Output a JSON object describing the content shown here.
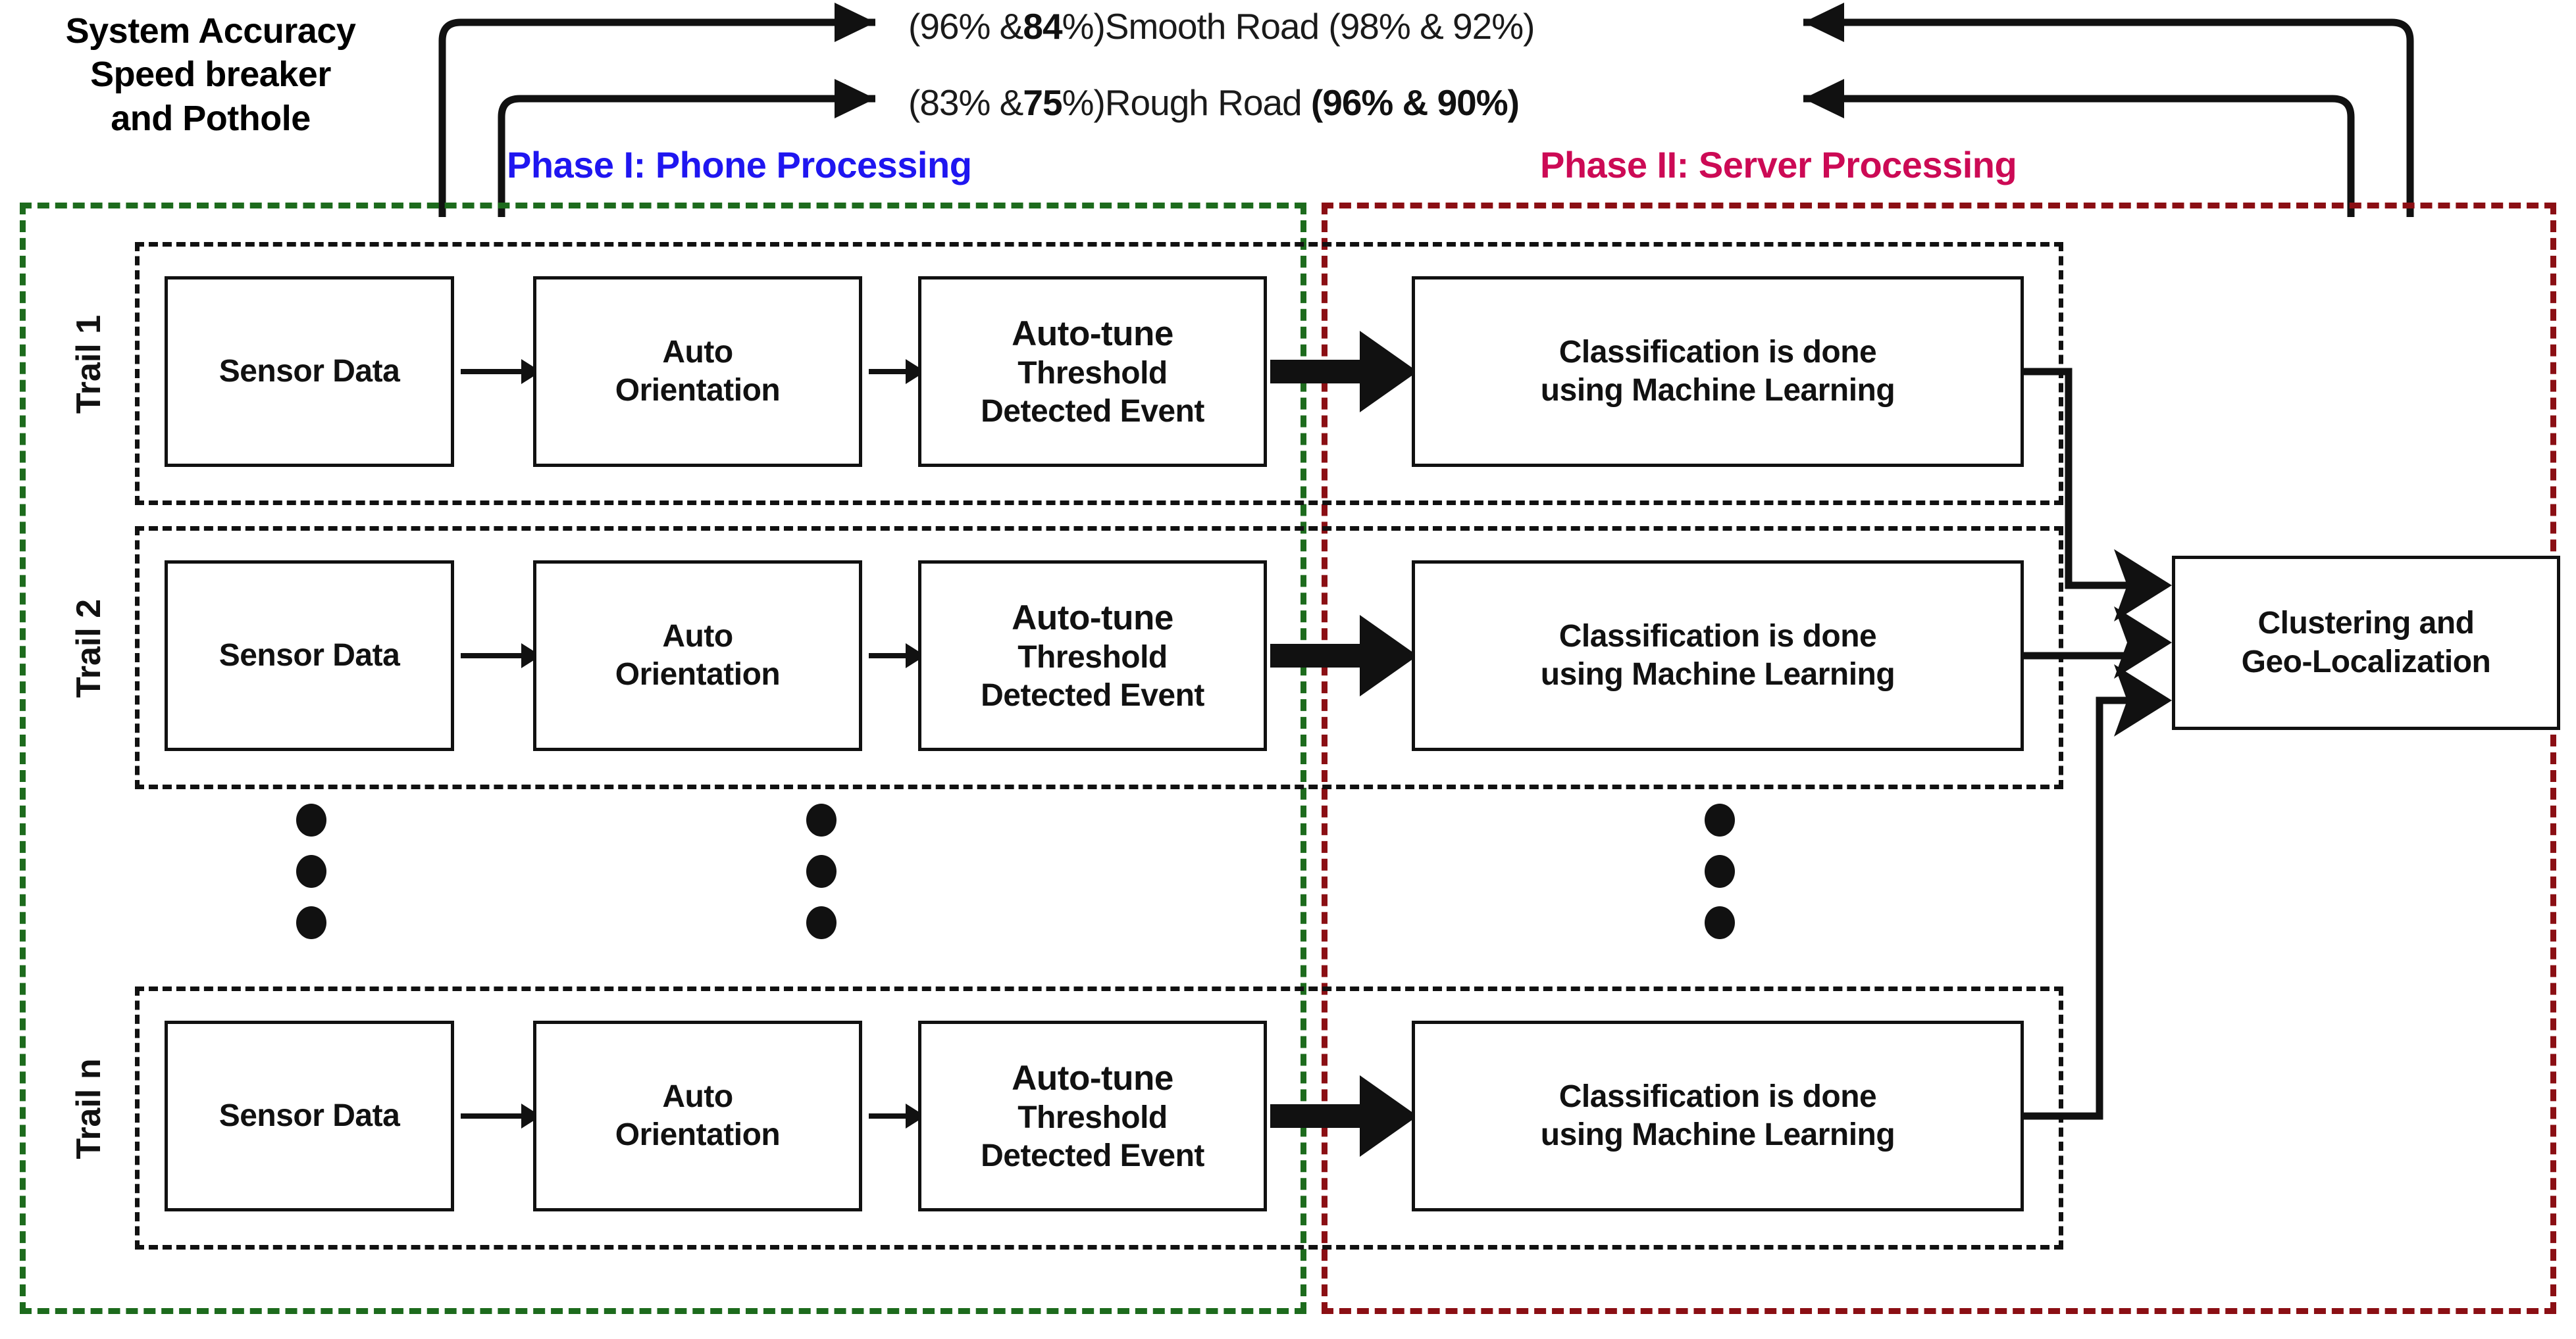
{
  "meta": {
    "diagram_title": "Two-phase road anomaly detection pipeline"
  },
  "system_accuracy": {
    "line1": "System Accuracy",
    "line2": "Speed breaker",
    "line3": "and Pothole"
  },
  "accuracy_annotations": [
    {
      "left_values": "(96% & 84%)",
      "label": "Smooth Road",
      "right_values": "(98% & 92%)",
      "left_prefix": "(96% & ",
      "left_highlight": "84",
      "left_suffix": "%)",
      "right_prefix": "(98% & 92%)",
      "right_highlight": "",
      "right_suffix": ""
    },
    {
      "left_values": "(83% & 75%)",
      "label": "Rough Road",
      "right_values": "(96% & 90%)",
      "left_prefix": "(83% & ",
      "left_highlight": "75",
      "left_suffix": "%)",
      "right_prefix": "",
      "right_highlight": "(96% & 90%)",
      "right_suffix": ""
    }
  ],
  "phases": {
    "phase1": {
      "title": "Phase I: Phone Processing",
      "color": "#1f16f0",
      "border_color": "#1d6b1d"
    },
    "phase2": {
      "title": "Phase II: Server Processing",
      "color": "#cc0a55",
      "border_color": "#8b0f14"
    }
  },
  "trails": [
    {
      "label": "Trail 1",
      "sensor": "Sensor Data",
      "orientation_line1": "Auto",
      "orientation_line2": "Orientation",
      "autotune_head": "Auto-tune",
      "autotune_line2": "Threshold",
      "autotune_line3": "Detected Event",
      "classification_line1": "Classification is done",
      "classification_line2": "using Machine Learning"
    },
    {
      "label": "Trail 2",
      "sensor": "Sensor Data",
      "orientation_line1": "Auto",
      "orientation_line2": "Orientation",
      "autotune_head": "Auto-tune",
      "autotune_line2": "Threshold",
      "autotune_line3": "Detected Event",
      "classification_line1": "Classification is done",
      "classification_line2": "using Machine Learning"
    },
    {
      "label": "Trail n",
      "sensor": "Sensor Data",
      "orientation_line1": "Auto",
      "orientation_line2": "Orientation",
      "autotune_head": "Auto-tune",
      "autotune_line2": "Threshold",
      "autotune_line3": "Detected Event",
      "classification_line1": "Classification is done",
      "classification_line2": "using Machine Learning"
    }
  ],
  "clustering": {
    "line1": "Clustering and",
    "line2": "Geo-Localization"
  },
  "ellipsis": {
    "glyph": "vertical-ellipsis",
    "count": 3
  }
}
